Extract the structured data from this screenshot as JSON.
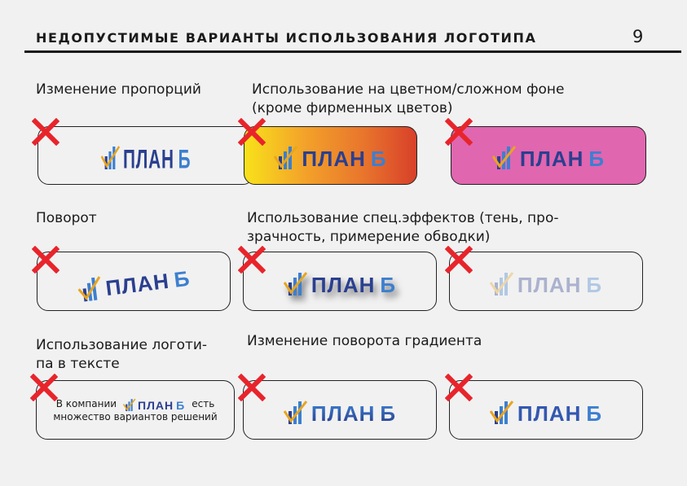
{
  "header": {
    "title": "НЕДОПУСТИМЫЕ ВАРИАНТЫ ИСПОЛЬЗОВАНИЯ ЛОГОТИПА",
    "page_number": "9"
  },
  "logo": {
    "word": "ПЛАН",
    "letter": "Б"
  },
  "sections": {
    "proportions": "Изменение пропорций",
    "background_1": "Использование на цветном/сложном фоне",
    "background_2": "(кроме фирменных цветов)",
    "rotation": "Поворот",
    "effects_1": "Использование спец.эффектов (тень, про-",
    "effects_2": "зрачность, примерение обводки)",
    "in_text_1": "Использование логоти-",
    "in_text_2": "па в тексте",
    "gradient": "Изменение поворота градиента"
  },
  "in_text_example": {
    "before": "В компании",
    "after": "есть",
    "line2": "множество вариантов решений"
  },
  "colors": {
    "cross": "#e8242b",
    "logo_dark": "#2a3f8f",
    "logo_light": "#3c7fd0",
    "pink": "#e066b0"
  }
}
